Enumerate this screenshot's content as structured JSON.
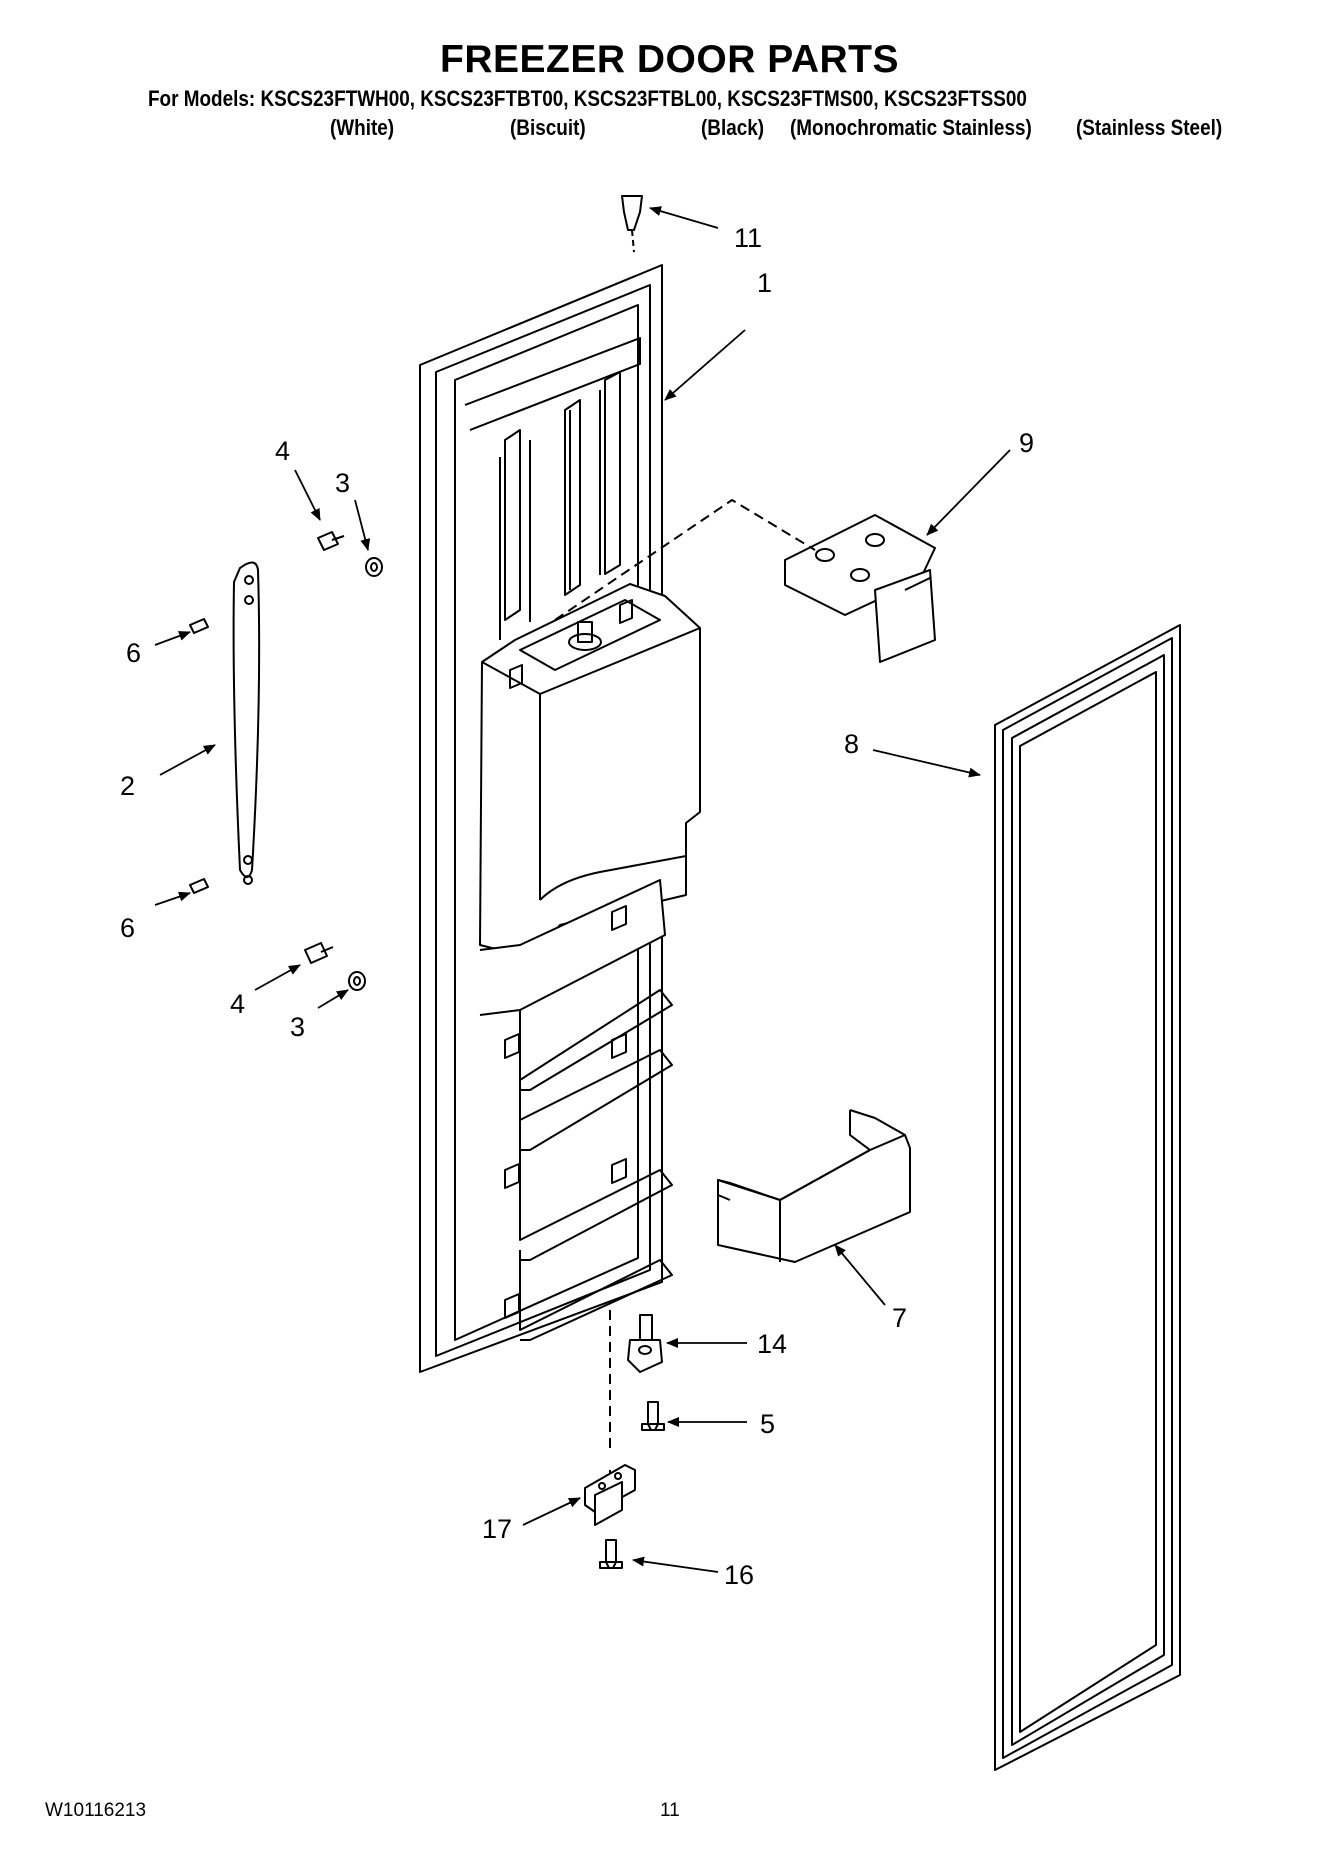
{
  "header": {
    "title": "FREEZER DOOR PARTS",
    "models_line": "For Models: KSCS23FTWH00, KSCS23FTBT00, KSCS23FTBL00, KSCS23FTMS00, KSCS23FTSS00",
    "colors": [
      "(White)",
      "(Biscuit)",
      "(Black)",
      "(Monochromatic Stainless)",
      "(Stainless Steel)"
    ]
  },
  "callouts": {
    "door": "1",
    "handle": "2",
    "nut_upper": "3",
    "nut_lower": "3",
    "bolt_upper": "4",
    "bolt_lower": "4",
    "hinge_screw": "5",
    "stud_upper": "6",
    "stud_lower": "6",
    "bin": "7",
    "gasket": "8",
    "dispenser_plate": "9",
    "top_pin": "11",
    "hinge_pin": "14",
    "bottom_screw": "16",
    "bottom_hinge": "17"
  },
  "footer": {
    "doc_number": "W10116213",
    "page_number": "11"
  }
}
